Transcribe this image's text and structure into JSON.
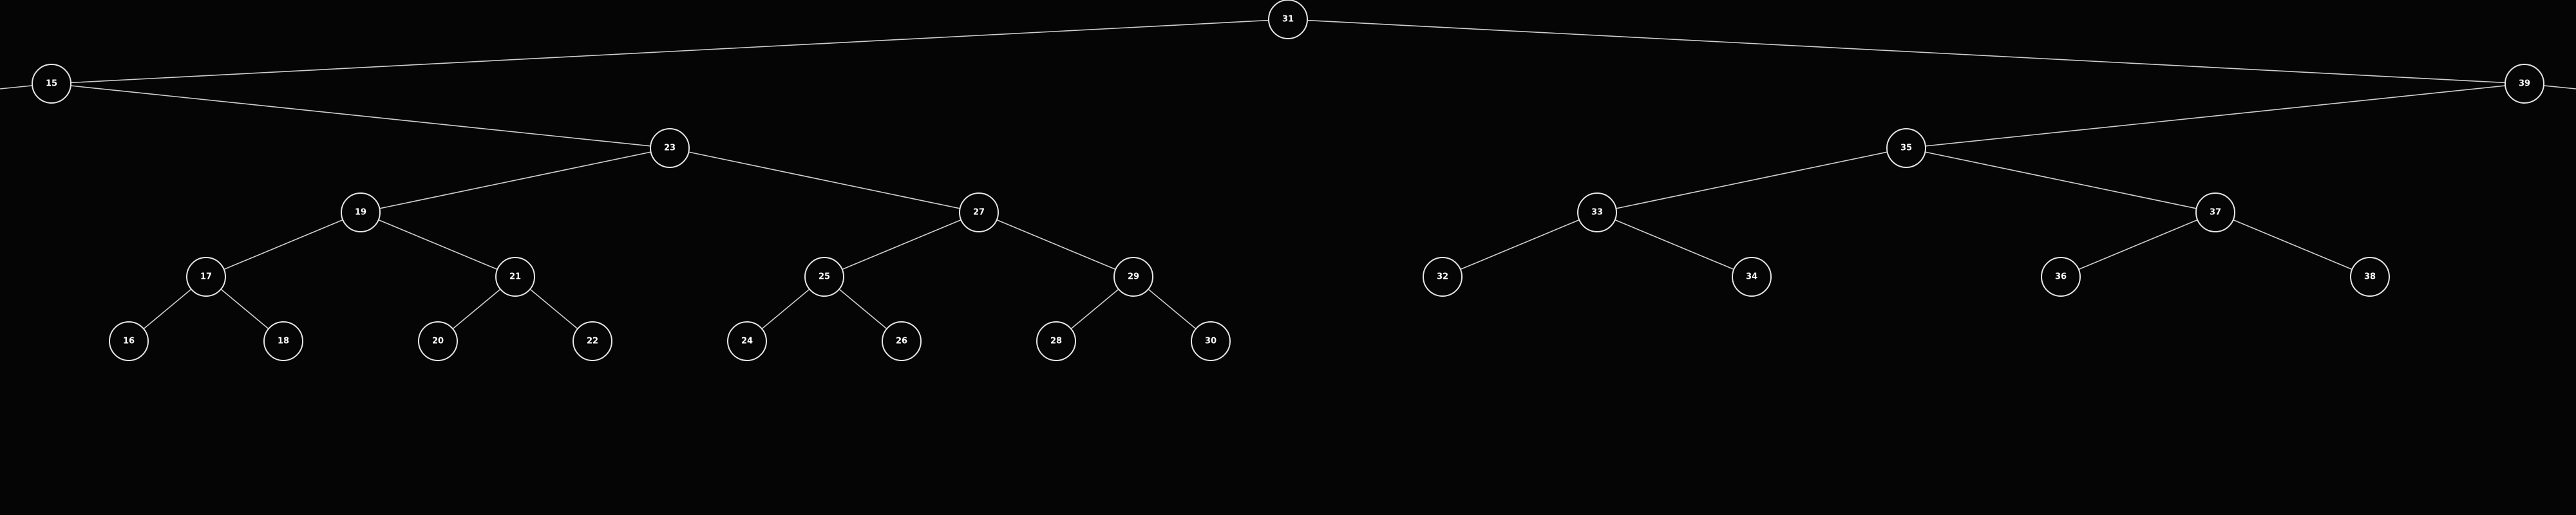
{
  "diagram": {
    "type": "binary-tree",
    "colors": {
      "background": "#050505",
      "edge": "#cfcfcf",
      "node_stroke": "#e6e6e6",
      "node_fill": "#050505",
      "label": "#ffffff"
    },
    "nodes": [
      {
        "id": "n31",
        "label": "31"
      },
      {
        "id": "n15",
        "label": "15"
      },
      {
        "id": "n39",
        "label": "39"
      },
      {
        "id": "n23",
        "label": "23"
      },
      {
        "id": "n35",
        "label": "35"
      },
      {
        "id": "n19",
        "label": "19"
      },
      {
        "id": "n27",
        "label": "27"
      },
      {
        "id": "n33",
        "label": "33"
      },
      {
        "id": "n37",
        "label": "37"
      },
      {
        "id": "n17",
        "label": "17"
      },
      {
        "id": "n21",
        "label": "21"
      },
      {
        "id": "n25",
        "label": "25"
      },
      {
        "id": "n29",
        "label": "29"
      },
      {
        "id": "n32",
        "label": "32"
      },
      {
        "id": "n34",
        "label": "34"
      },
      {
        "id": "n36",
        "label": "36"
      },
      {
        "id": "n38",
        "label": "38"
      },
      {
        "id": "n16",
        "label": "16"
      },
      {
        "id": "n18",
        "label": "18"
      },
      {
        "id": "n20",
        "label": "20"
      },
      {
        "id": "n22",
        "label": "22"
      },
      {
        "id": "n24",
        "label": "24"
      },
      {
        "id": "n26",
        "label": "26"
      },
      {
        "id": "n28",
        "label": "28"
      },
      {
        "id": "n30",
        "label": "30"
      }
    ],
    "edges": [
      [
        "n31",
        "n15"
      ],
      [
        "n31",
        "n39"
      ],
      [
        "n15",
        "n23"
      ],
      [
        "n39",
        "n35"
      ],
      [
        "n23",
        "n19"
      ],
      [
        "n23",
        "n27"
      ],
      [
        "n35",
        "n33"
      ],
      [
        "n35",
        "n37"
      ],
      [
        "n19",
        "n17"
      ],
      [
        "n19",
        "n21"
      ],
      [
        "n27",
        "n25"
      ],
      [
        "n27",
        "n29"
      ],
      [
        "n33",
        "n32"
      ],
      [
        "n33",
        "n34"
      ],
      [
        "n37",
        "n36"
      ],
      [
        "n37",
        "n38"
      ],
      [
        "n17",
        "n16"
      ],
      [
        "n17",
        "n18"
      ],
      [
        "n21",
        "n20"
      ],
      [
        "n21",
        "n22"
      ],
      [
        "n25",
        "n24"
      ],
      [
        "n25",
        "n26"
      ],
      [
        "n29",
        "n28"
      ],
      [
        "n29",
        "n30"
      ]
    ],
    "offscreen_edges": [
      {
        "from": "n15",
        "direction": "left"
      },
      {
        "from": "n39",
        "direction": "right"
      }
    ]
  }
}
